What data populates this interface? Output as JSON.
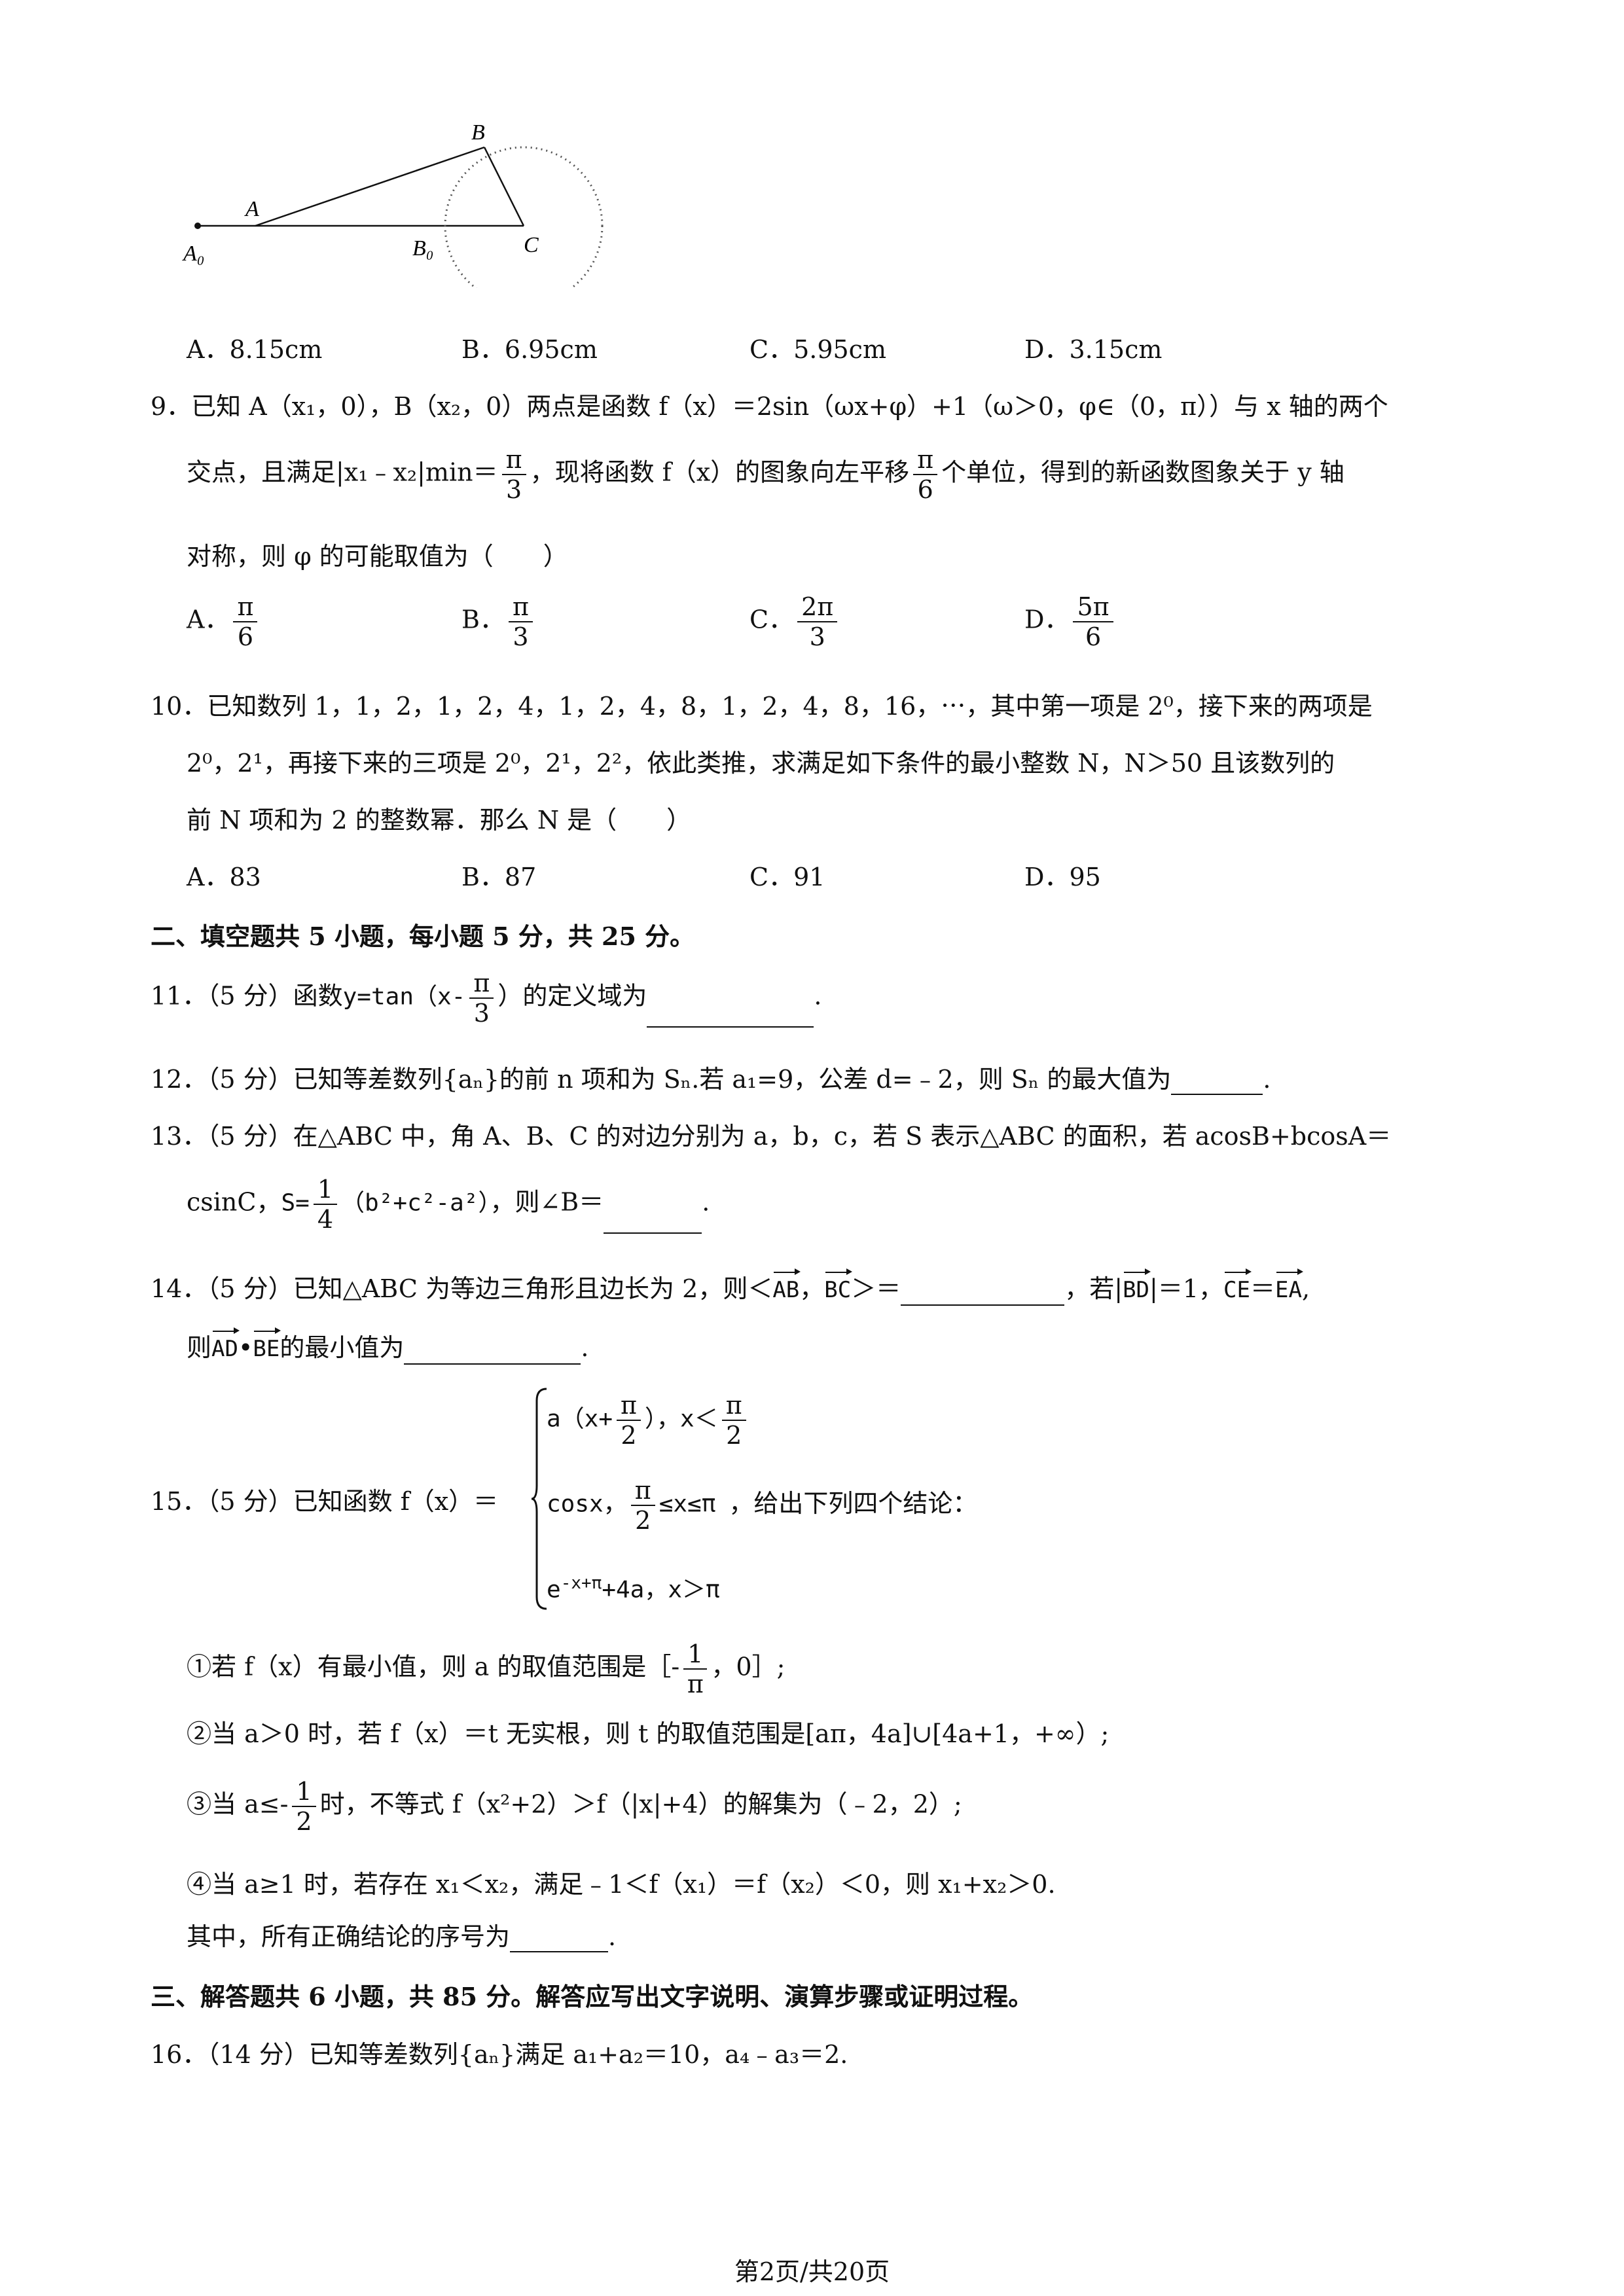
{
  "figure": {
    "labels": [
      "B",
      "A",
      "A₀",
      "B₀",
      "C"
    ]
  },
  "q8_options": [
    "A．8.15cm",
    "B．6.95cm",
    "C．5.95cm",
    "D．3.15cm"
  ],
  "q9": {
    "line1": "9．已知 A（x₁，0），B（x₂，0）两点是函数 f（x）＝2sin（ωx+φ）+1（ω＞0，φ∈（0，π））与 x 轴的两个",
    "line2a": "交点，且满足|x₁﹣x₂|min＝",
    "line2b": "，现将函数 f（x）的图象向左平移",
    "line2c": "个单位，得到的新函数图象关于 y 轴",
    "line3": "对称，则 φ 的可能取值为（　　）",
    "options": [
      {
        "label": "A．",
        "num": "π",
        "den": "6"
      },
      {
        "label": "B．",
        "num": "π",
        "den": "3"
      },
      {
        "label": "C．",
        "num": "2π",
        "den": "3"
      },
      {
        "label": "D．",
        "num": "5π",
        "den": "6"
      }
    ]
  },
  "q10": {
    "line1": "10．已知数列 1，1，2，1，2，4，1，2，4，8，1，2，4，8，16，⋯，其中第一项是 2⁰，接下来的两项是",
    "line2": "2⁰，2¹，再接下来的三项是 2⁰，2¹，2²，依此类推，求满足如下条件的最小整数 N，N＞50 且该数列的",
    "line3": "前 N 项和为 2 的整数幂．那么 N 是（　　）",
    "options": [
      "A．83",
      "B．87",
      "C．91",
      "D．95"
    ]
  },
  "sec2": "二、填空题共 5 小题，每小题 5 分，共 25 分。",
  "q11": {
    "pre": "11．（5 分）函数",
    "func": "y=tan（x-",
    "post": "）的定义域为",
    "end": "."
  },
  "q12": "12．（5 分）已知等差数列{aₙ}的前 n 项和为 Sₙ.若 a₁=9，公差 d=﹣2，则 Sₙ 的最大值为",
  "q13": {
    "line1": "13．（5 分）在△ABC 中，角 A、B、C 的对边分别为 a，b，c，若 S 表示△ABC 的面积，若 acosB+bcosA＝",
    "line2a": "csinC，",
    "s": "S=",
    "frac": {
      "num": "1",
      "den": "4"
    },
    "expr": "（b²+c²-a²）",
    "line2b": "，则∠B＝"
  },
  "q14": {
    "line1a": "14．（5 分）已知△ABC 为等边三角形且边长为 2，则＜",
    "v1": "AB",
    "v2": "BC",
    "line1b": "＞＝",
    "line1c": "，若|",
    "v3": "BD",
    "line1d": "|＝1，",
    "v4": "CE",
    "eq": "＝",
    "v5": "EA",
    "line2a": "则",
    "v6": "AD",
    "dot": "•",
    "v7": "BE",
    "line2b": "的最小值为"
  },
  "q15": {
    "pre": "15．（5 分）已知函数 f（x）＝",
    "case1": "a（x+",
    "case1b": "），x＜",
    "case2": "cosx，",
    "case2b": "≤x≤π",
    "case3": "e",
    "case3sup": "-x+π",
    "case3b": "+4a，x＞π",
    "post": "，给出下列四个结论：",
    "c1a": "①若 f（x）有最小值，则 a 的取值范围是［-",
    "c1b": "，0］;",
    "c2": "②当 a＞0 时，若 f（x）＝t 无实根，则 t 的取值范围是[aπ，4a]∪[4a+1，+∞）;",
    "c3a": "③当 a≤-",
    "c3b": "时，不等式 f（x²+2）＞f（|x|+4）的解集为（﹣2，2）;",
    "c4": "④当 a≥1 时，若存在 x₁＜x₂，满足﹣1＜f（x₁）＝f（x₂）＜0，则 x₁+x₂＞0.",
    "last": "其中，所有正确结论的序号为"
  },
  "pi": "π",
  "two": "2",
  "three": "3",
  "six": "6",
  "one": "1",
  "sec3": "三、解答题共 6 小题，共 85 分。解答应写出文字说明、演算步骤或证明过程。",
  "q16": "16．（14 分）已知等差数列{aₙ}满足 a₁+a₂＝10，a₄﹣a₃＝2.",
  "footer": "第2页/共20页"
}
